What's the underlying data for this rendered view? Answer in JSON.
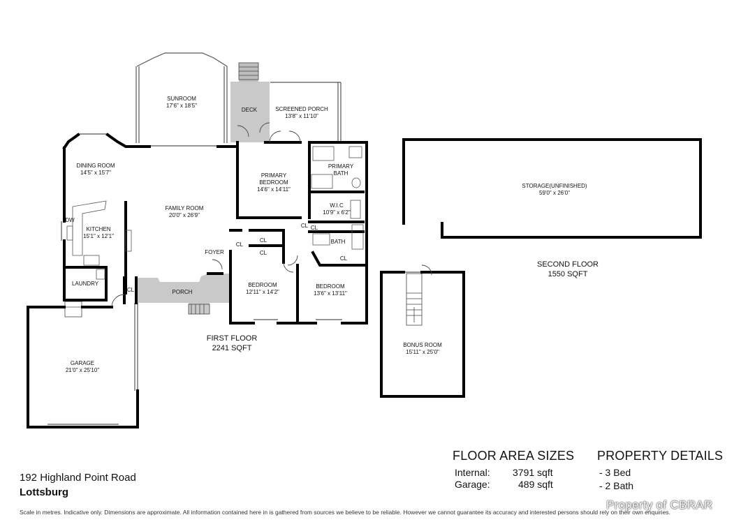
{
  "first_floor": {
    "title": "FIRST FLOOR",
    "area": "2241 SQFT",
    "rooms": [
      {
        "id": "sunroom",
        "name": "SUNROOM",
        "dims": "17'6\" x 18'5\""
      },
      {
        "id": "deck",
        "name": "DECK",
        "dims": ""
      },
      {
        "id": "screened-porch",
        "name": "SCREENED PORCH",
        "dims": "13'8\" x 11'10\""
      },
      {
        "id": "dining-room",
        "name": "DINING ROOM",
        "dims": "14'5\" x 15'7\""
      },
      {
        "id": "family-room",
        "name": "FAMILY ROOM",
        "dims": "20'0\" x 26'9\""
      },
      {
        "id": "primary-bedroom",
        "name": "PRIMARY BEDROOM",
        "dims": "14'6\" x 14'11\""
      },
      {
        "id": "primary-bath",
        "name": "PRIMARY BATH",
        "dims": ""
      },
      {
        "id": "wic",
        "name": "W.I.C",
        "dims": "10'9\" x 6'2\""
      },
      {
        "id": "kitchen",
        "name": "KITCHEN",
        "dims": "15'1\" x 12'1\""
      },
      {
        "id": "dw",
        "name": "DW",
        "dims": ""
      },
      {
        "id": "laundry",
        "name": "LAUNDRY",
        "dims": ""
      },
      {
        "id": "foyer",
        "name": "FOYER",
        "dims": ""
      },
      {
        "id": "porch",
        "name": "PORCH",
        "dims": ""
      },
      {
        "id": "bedroom-1",
        "name": "BEDROOM",
        "dims": "12'11\" x 14'2\""
      },
      {
        "id": "bedroom-2",
        "name": "BEDROOM",
        "dims": "13'6\" x 13'11\""
      },
      {
        "id": "bath",
        "name": "BATH",
        "dims": ""
      },
      {
        "id": "cl-1",
        "name": "CL",
        "dims": ""
      },
      {
        "id": "cl-2",
        "name": "CL",
        "dims": ""
      },
      {
        "id": "cl-3",
        "name": "CL",
        "dims": ""
      },
      {
        "id": "cl-4",
        "name": "CL",
        "dims": ""
      },
      {
        "id": "cl-5",
        "name": "CL",
        "dims": ""
      },
      {
        "id": "cl-6",
        "name": "CL",
        "dims": ""
      },
      {
        "id": "garage",
        "name": "GARAGE",
        "dims": "21'0\" x 25'10\""
      }
    ]
  },
  "second_floor": {
    "title": "SECOND FLOOR",
    "area": "1550 SQFT",
    "rooms": [
      {
        "id": "storage",
        "name": "STORAGE(UNFINISHED)",
        "dims": "59'0\" x 26'0\""
      },
      {
        "id": "bonus-room",
        "name": "BONUS ROOM",
        "dims": "15'11\" x 25'0\""
      }
    ]
  },
  "floor_area": {
    "title": "FLOOR AREA SIZES",
    "rows": [
      {
        "label": "Internal:",
        "value": "3791 sqft"
      },
      {
        "label": "Garage:",
        "value": "489 sqft"
      }
    ]
  },
  "property_details": {
    "title": "PROPERTY DETAILS",
    "items": [
      "- 3 Bed",
      "- 2 Bath"
    ]
  },
  "address": {
    "line1": "192 Highland Point Road",
    "line2": "Lottsburg"
  },
  "disclaimer": "Scale in metres. Indicative only. Dimensions are approximate. All information contained here in is gathered from sources we believe to be reliable. However we cannot guarantee its accuracy and interested persons should rely on their own enquiries.",
  "watermark": "Property of CBRAR",
  "colors": {
    "wall": "#000000",
    "porch_fill": "#c8c8c8",
    "background": "#ffffff"
  }
}
